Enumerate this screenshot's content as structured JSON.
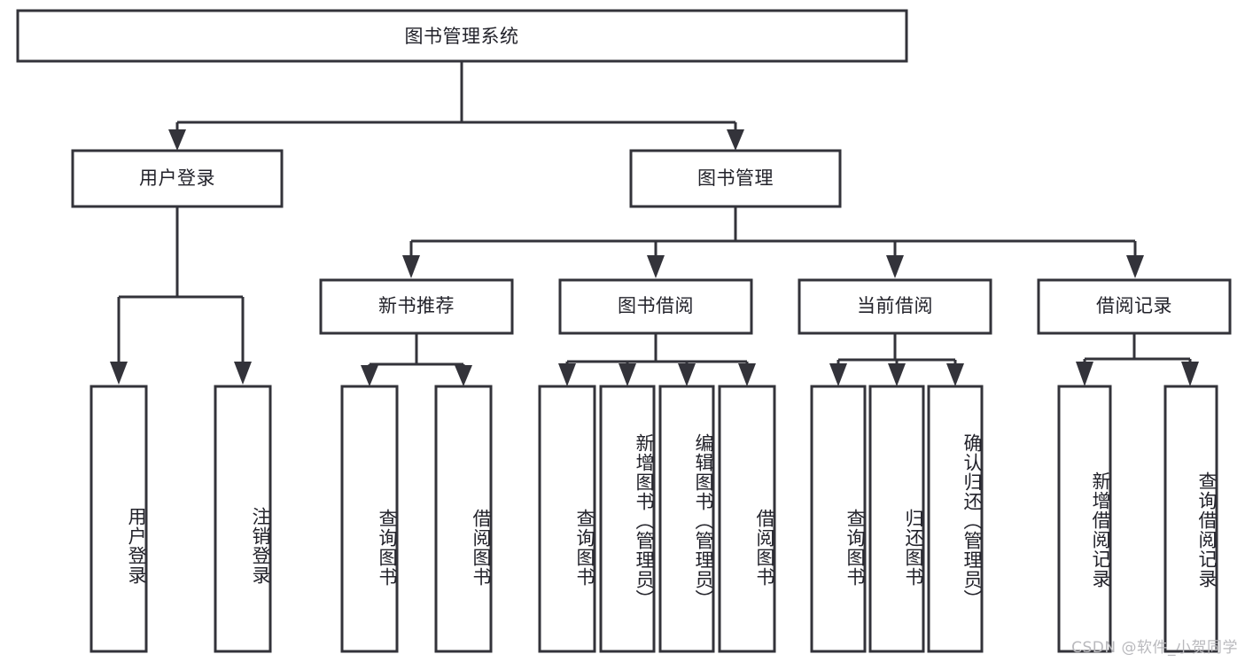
{
  "diagram": {
    "type": "hierarchy-tree",
    "title": "图书管理系统",
    "orientation": "top-down",
    "levels": 4,
    "style": {
      "box_fill": "#ffffff",
      "box_stroke": "#33333a",
      "text_color": "#22222a",
      "background": "#ffffff",
      "watermark_color": "#b9b9bd"
    },
    "nodes": {
      "root": {
        "label": "图书管理系统",
        "orientation": "horizontal"
      },
      "user_login": {
        "label": "用户登录",
        "orientation": "horizontal"
      },
      "book_manage": {
        "label": "图书管理",
        "orientation": "horizontal"
      },
      "new_book_rec": {
        "label": "新书推荐",
        "orientation": "horizontal"
      },
      "book_borrow": {
        "label": "图书借阅",
        "orientation": "horizontal"
      },
      "current_borrow": {
        "label": "当前借阅",
        "orientation": "horizontal"
      },
      "borrow_record": {
        "label": "借阅记录",
        "orientation": "horizontal"
      },
      "leaf_user_login": {
        "label": "用户登录",
        "orientation": "vertical"
      },
      "leaf_logout": {
        "label": "注销登录",
        "orientation": "vertical"
      },
      "leaf_query_book_1": {
        "label": "查询图书",
        "orientation": "vertical"
      },
      "leaf_borrow_book_1": {
        "label": "借阅图书",
        "orientation": "vertical"
      },
      "leaf_query_book_2": {
        "label": "查询图书",
        "orientation": "vertical"
      },
      "leaf_add_book": {
        "label": "新增图书（管理员）",
        "orientation": "vertical"
      },
      "leaf_edit_book": {
        "label": "编辑图书（管理员）",
        "orientation": "vertical"
      },
      "leaf_borrow_book_2": {
        "label": "借阅图书",
        "orientation": "vertical"
      },
      "leaf_query_book_3": {
        "label": "查询图书",
        "orientation": "vertical"
      },
      "leaf_return_book": {
        "label": "归还图书",
        "orientation": "vertical"
      },
      "leaf_confirm_return": {
        "label": "确认归还（管理员）",
        "orientation": "vertical"
      },
      "leaf_add_record": {
        "label": "新增借阅记录",
        "orientation": "vertical"
      },
      "leaf_query_record": {
        "label": "查询借阅记录",
        "orientation": "vertical"
      }
    },
    "edges": [
      {
        "from": "root",
        "to": "user_login"
      },
      {
        "from": "root",
        "to": "book_manage"
      },
      {
        "from": "user_login",
        "to": "leaf_user_login"
      },
      {
        "from": "user_login",
        "to": "leaf_logout"
      },
      {
        "from": "book_manage",
        "to": "new_book_rec"
      },
      {
        "from": "book_manage",
        "to": "book_borrow"
      },
      {
        "from": "book_manage",
        "to": "current_borrow"
      },
      {
        "from": "book_manage",
        "to": "borrow_record"
      },
      {
        "from": "new_book_rec",
        "to": "leaf_query_book_1"
      },
      {
        "from": "new_book_rec",
        "to": "leaf_borrow_book_1"
      },
      {
        "from": "book_borrow",
        "to": "leaf_query_book_2"
      },
      {
        "from": "book_borrow",
        "to": "leaf_add_book"
      },
      {
        "from": "book_borrow",
        "to": "leaf_edit_book"
      },
      {
        "from": "book_borrow",
        "to": "leaf_borrow_book_2"
      },
      {
        "from": "current_borrow",
        "to": "leaf_query_book_3"
      },
      {
        "from": "current_borrow",
        "to": "leaf_return_book"
      },
      {
        "from": "current_borrow",
        "to": "leaf_confirm_return"
      },
      {
        "from": "borrow_record",
        "to": "leaf_add_record"
      },
      {
        "from": "borrow_record",
        "to": "leaf_query_record"
      }
    ],
    "watermark": "CSDN @软件_小贺同学"
  }
}
